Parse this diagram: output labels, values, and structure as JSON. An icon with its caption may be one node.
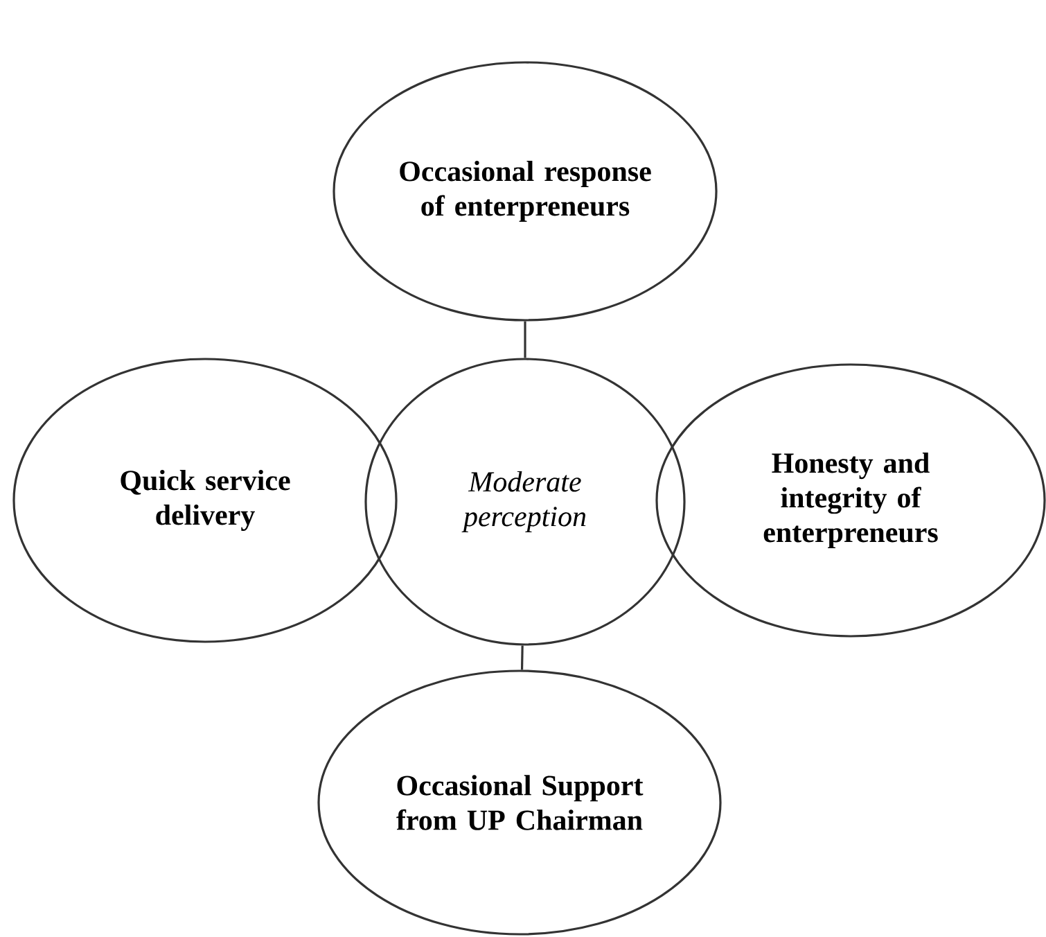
{
  "diagram": {
    "nodes": [
      {
        "text": [
          "Occasional response of enterpreneurs"
        ]
      },
      {
        "text": [
          "Quick service delivery"
        ]
      },
      {
        "text": [
          "Moderate perception"
        ]
      },
      {
        "text": [
          "Honesty and integrity of enterpreneurs"
        ]
      },
      {
        "text": [
          "Occasional Support from UP Chairman"
        ]
      }
    ],
    "edges": [
      {
        "from": 0,
        "to": 2,
        "arrow": "none"
      },
      {
        "from": 2,
        "to": 4,
        "arrow": "none"
      }
    ]
  }
}
